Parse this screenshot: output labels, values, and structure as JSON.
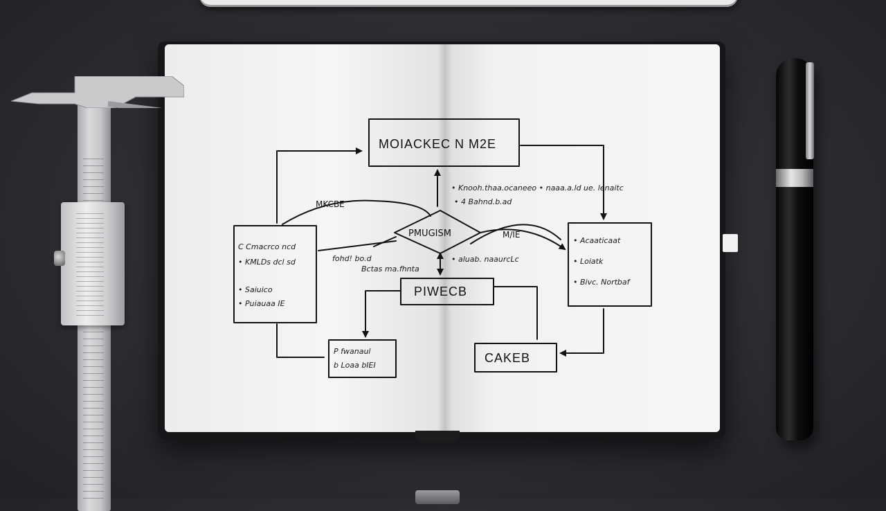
{
  "diagram": {
    "top_box": "MOIACKEC N M2E",
    "center_diamond": "PMUGISM",
    "diamond_right_label": "M/IE",
    "left_arc_label": "MKCBE",
    "middle_box": "PIWECB",
    "bottom_right_box": "CAKEB",
    "left_box_lines": [
      "C Cmacrco ncd",
      "• KMLDs  dcl sd",
      "• Saiuico",
      "• Puiauaa IE"
    ],
    "right_box_lines": [
      "• Acaaticaat",
      "• Loiatk",
      "• Bivc. Nortbaf"
    ],
    "bottom_left_box_lines": [
      "P fwanaul",
      "b Loaa  bIEI"
    ],
    "note_top_right_1": "• Knooh.thaa.ocaneeo    • naaa.a.ld    ue. lenaitc",
    "note_top_right_2": "• 4 Bahnd.b.ad",
    "note_center_left_1": "fohd!  bo.d",
    "note_center_left_2": "Bctas ma.fhnta",
    "note_center_right": "• aluab. naaurcLc"
  },
  "colors": {
    "ink": "#111111",
    "paper": "#f5f5f4",
    "desk": "#2d2f33"
  }
}
